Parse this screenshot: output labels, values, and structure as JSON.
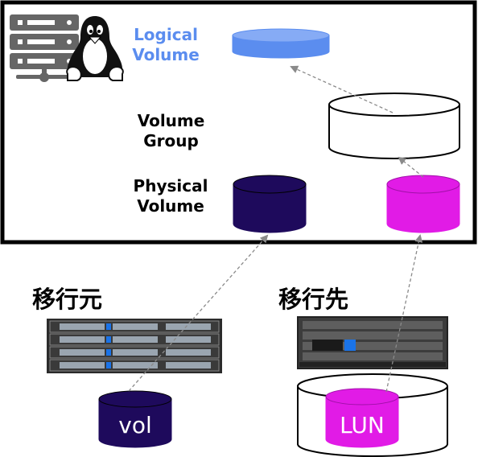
{
  "labels": {
    "logical_volume": [
      "Logical",
      "Volume"
    ],
    "volume_group": [
      "Volume",
      "Group"
    ],
    "physical_volume": [
      "Physical",
      "Volume"
    ]
  },
  "source": {
    "title": "移行元",
    "volume_label": "vol"
  },
  "target": {
    "title": "移行先",
    "volume_label": "LUN"
  },
  "colors": {
    "logical_volume": "#5b8def",
    "physical_volume_source": "#1e0a5c",
    "physical_volume_target": "#e11be6",
    "volume_group": "#ffffff",
    "frame": "#000000",
    "arrow": "#8a8a8a"
  },
  "icons": [
    "server-icon",
    "linux-penguin-icon",
    "storage-array-icon",
    "storage-shelf-icon"
  ]
}
